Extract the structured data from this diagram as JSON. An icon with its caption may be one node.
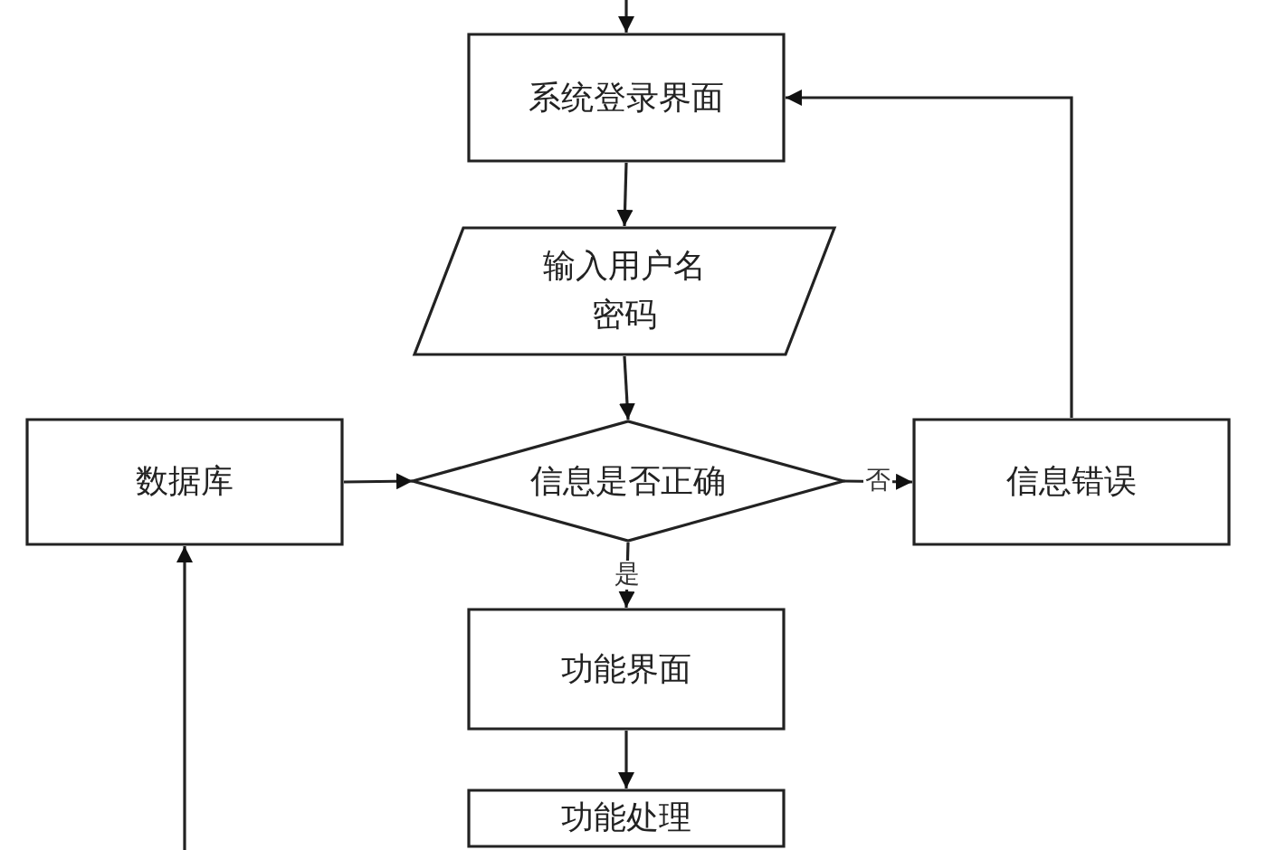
{
  "diagram": {
    "nodes": [
      {
        "text": [
          "系统登录界面"
        ]
      },
      {
        "text": [
          "输入用户名密码"
        ]
      },
      {
        "text": [
          "信息是否正确"
        ]
      },
      {
        "text": [
          "数据库"
        ]
      },
      {
        "text": [
          "信息错误"
        ]
      },
      {
        "text": [
          "功能界面"
        ]
      },
      {
        "text": [
          "功能处理"
        ]
      }
    ],
    "edges": [
      {
        "from": null,
        "to": 0,
        "arrow": "to"
      },
      {
        "from": 0,
        "to": 1,
        "arrow": "to"
      },
      {
        "from": 1,
        "to": 2,
        "arrow": "to"
      },
      {
        "from": 3,
        "to": 2,
        "arrow": "to"
      },
      {
        "from": 2,
        "to": 4,
        "arrow": "to",
        "label": "否"
      },
      {
        "from": 4,
        "to": 0,
        "arrow": "to"
      },
      {
        "from": 2,
        "to": 5,
        "arrow": "to",
        "label": "是"
      },
      {
        "from": 5,
        "to": 6,
        "arrow": "to"
      },
      {
        "from": null,
        "to": 3,
        "arrow": "to"
      }
    ]
  }
}
